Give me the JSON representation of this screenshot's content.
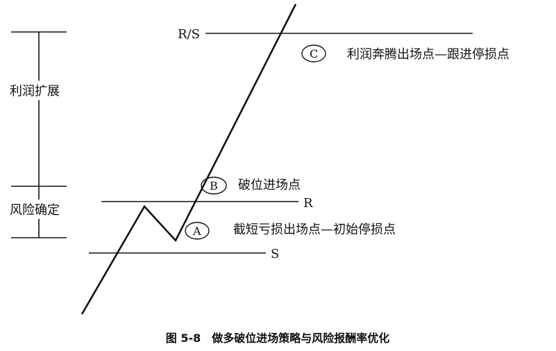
{
  "labels": {
    "rs": "R/S",
    "r": "R",
    "s": "S",
    "profit_expansion": "利润扩展",
    "risk_determination": "风险确定",
    "point_c": "C",
    "point_c_text": "利润奔腾出场点—跟进停损点",
    "point_b": "B",
    "point_b_text": "破位进场点",
    "point_a": "A",
    "point_a_text": "截短亏损出场点—初始停损点"
  },
  "caption": "图 5-8　做多破位进场策略与风险报酬率优化"
}
